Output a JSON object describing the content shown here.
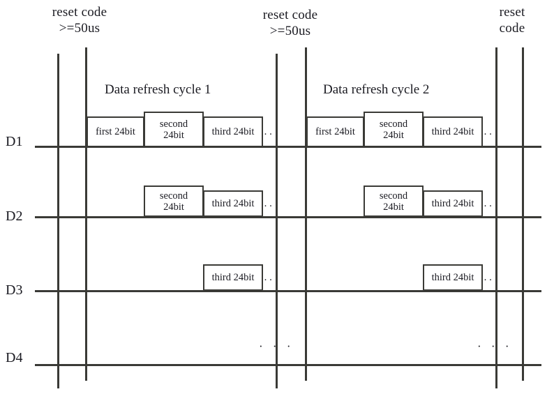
{
  "diagram": {
    "title_hidden": "WS2812 style cascaded data refresh timing diagram",
    "ink_color": "#3a3a36",
    "text_color": "#1b1b22",
    "background": "#ffffff"
  },
  "reset_markers": [
    {
      "id": "reset-left",
      "text": "reset code\n>=50us"
    },
    {
      "id": "reset-middle",
      "text": "reset code\n>=50us"
    },
    {
      "id": "reset-right",
      "text": "reset\ncode"
    }
  ],
  "cycles": [
    {
      "id": "cycle-1",
      "label": "Data refresh cycle 1"
    },
    {
      "id": "cycle-2",
      "label": "Data refresh cycle 2"
    }
  ],
  "channels": [
    {
      "id": "d1",
      "label": "D1"
    },
    {
      "id": "d2",
      "label": "D2"
    },
    {
      "id": "d3",
      "label": "D3"
    },
    {
      "id": "d4",
      "label": "D4"
    }
  ],
  "packets": {
    "first": "first 24bit",
    "second": "second\n24bit",
    "third": "third 24bit"
  },
  "ellipsis": {
    "pair": "··",
    "triple": "· · ·"
  },
  "chart_data": {
    "type": "timing",
    "title": "Data refresh cycle timing",
    "channels": [
      "D1",
      "D2",
      "D3",
      "D4"
    ],
    "cycles": [
      "Data refresh cycle 1",
      "Data refresh cycle 2"
    ],
    "reset_markers_us": [
      ">=50us",
      ">=50us",
      "reset code"
    ],
    "packets_per_channel": {
      "D1": [
        "first 24bit",
        "second 24bit",
        "third 24bit",
        "··"
      ],
      "D2": [
        "second 24bit",
        "third 24bit",
        "··"
      ],
      "D3": [
        "third 24bit",
        "··"
      ],
      "D4": [
        "· · ·"
      ]
    }
  }
}
